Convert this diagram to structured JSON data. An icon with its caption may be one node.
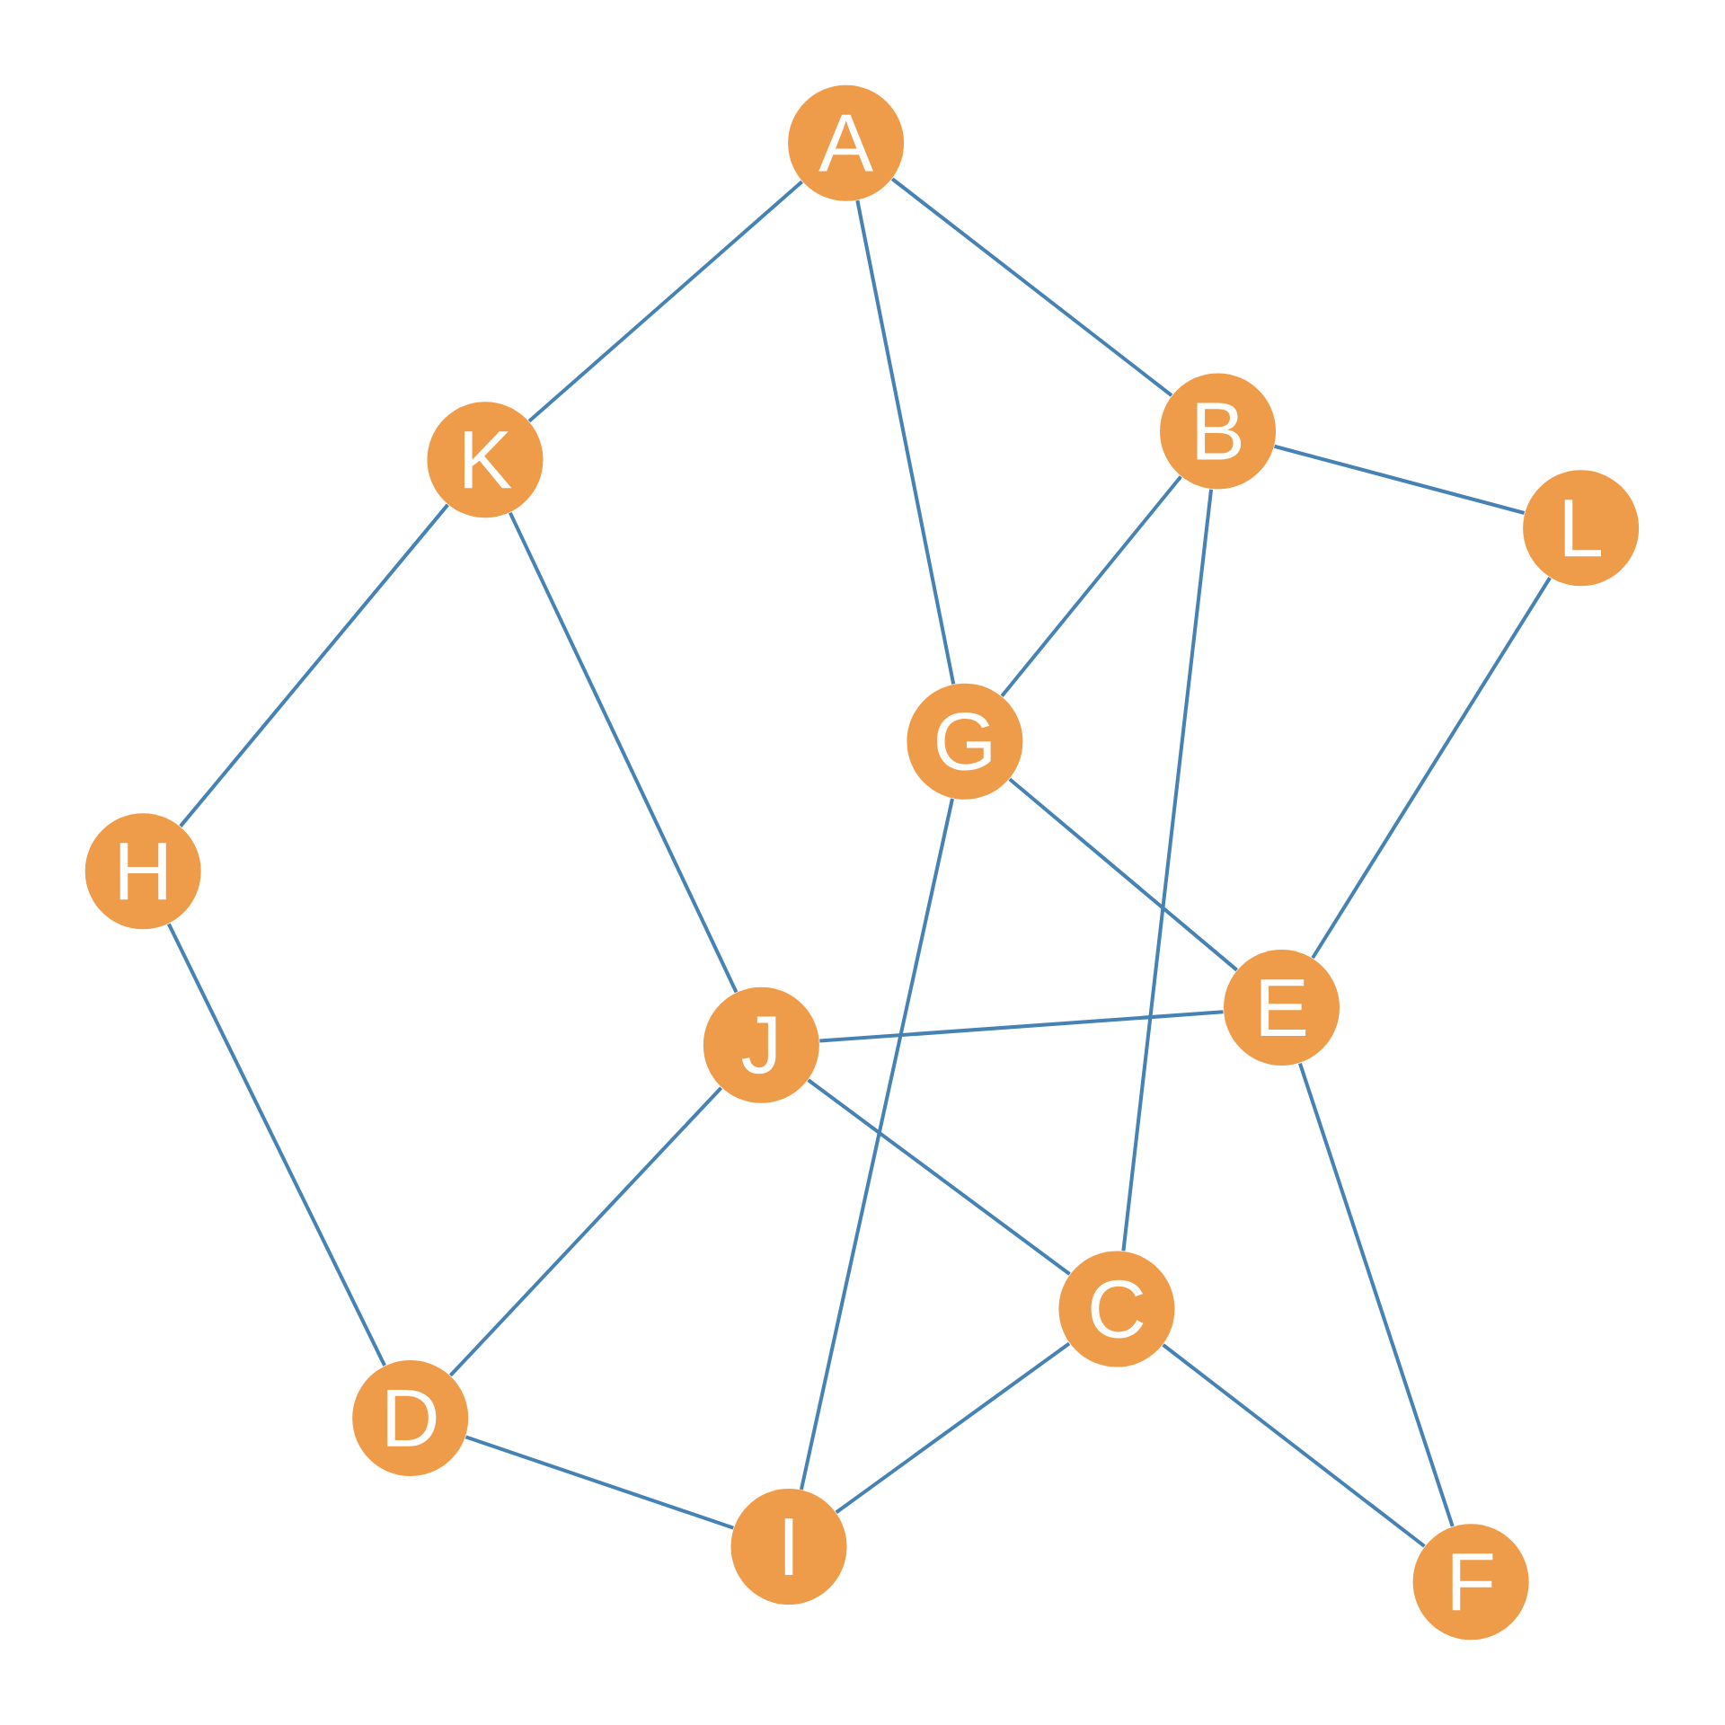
{
  "diagram": {
    "nodes": [
      {
        "text": [
          "A"
        ]
      },
      {
        "text": [
          "B"
        ]
      },
      {
        "text": [
          "C"
        ]
      },
      {
        "text": [
          "D"
        ]
      },
      {
        "text": [
          "E"
        ]
      },
      {
        "text": [
          "F"
        ]
      },
      {
        "text": [
          "G"
        ]
      },
      {
        "text": [
          "H"
        ]
      },
      {
        "text": [
          "I"
        ]
      },
      {
        "text": [
          "J"
        ]
      },
      {
        "text": [
          "K"
        ]
      },
      {
        "text": [
          "L"
        ]
      }
    ],
    "edges": [
      {
        "from": 0,
        "to": 10,
        "arrow": "none"
      },
      {
        "from": 0,
        "to": 1,
        "arrow": "none"
      },
      {
        "from": 0,
        "to": 6,
        "arrow": "none"
      },
      {
        "from": 1,
        "to": 11,
        "arrow": "none"
      },
      {
        "from": 1,
        "to": 6,
        "arrow": "none"
      },
      {
        "from": 1,
        "to": 2,
        "arrow": "none"
      },
      {
        "from": 10,
        "to": 7,
        "arrow": "none"
      },
      {
        "from": 10,
        "to": 9,
        "arrow": "none"
      },
      {
        "from": 11,
        "to": 4,
        "arrow": "none"
      },
      {
        "from": 6,
        "to": 4,
        "arrow": "none"
      },
      {
        "from": 6,
        "to": 8,
        "arrow": "none"
      },
      {
        "from": 7,
        "to": 3,
        "arrow": "none"
      },
      {
        "from": 9,
        "to": 4,
        "arrow": "none"
      },
      {
        "from": 9,
        "to": 3,
        "arrow": "none"
      },
      {
        "from": 9,
        "to": 2,
        "arrow": "none"
      },
      {
        "from": 4,
        "to": 5,
        "arrow": "none"
      },
      {
        "from": 2,
        "to": 8,
        "arrow": "none"
      },
      {
        "from": 2,
        "to": 5,
        "arrow": "none"
      },
      {
        "from": 3,
        "to": 8,
        "arrow": "none"
      }
    ]
  }
}
